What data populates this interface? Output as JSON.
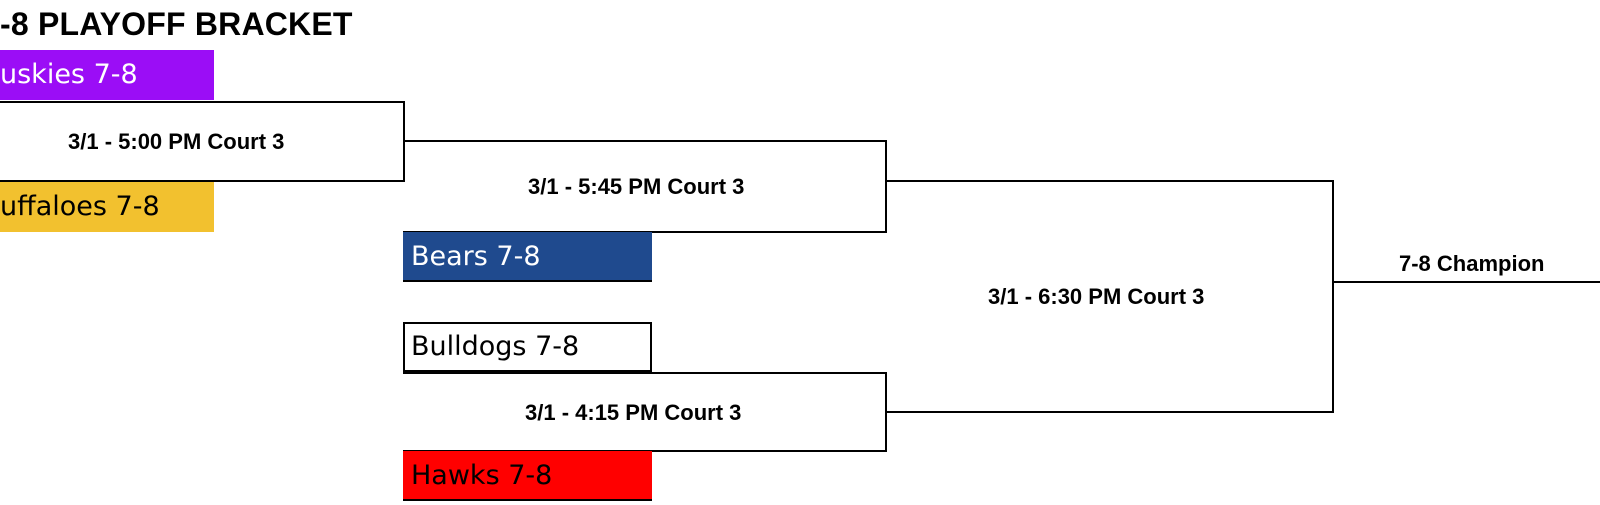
{
  "title": "-8 PLAYOFF BRACKET",
  "teams": {
    "huskies": {
      "label": "uskies 7-8",
      "color": "#9b0df6"
    },
    "buffaloes": {
      "label": "uffaloes 7-8",
      "color": "#f2c12f"
    },
    "bears": {
      "label": "Bears 7-8",
      "color": "#1f4a8e"
    },
    "bulldogs": {
      "label": "Bulldogs 7-8",
      "color": "#ffffff"
    },
    "hawks": {
      "label": "Hawks 7-8",
      "color": "#ff0000"
    }
  },
  "games": {
    "game1": "3/1 - 5:00 PM Court 3",
    "game2": "3/1 - 5:45 PM Court 3",
    "game3": "3/1 - 6:30 PM Court 3",
    "game4": "3/1 - 4:15 PM Court 3"
  },
  "champion_label": "7-8 Champion"
}
